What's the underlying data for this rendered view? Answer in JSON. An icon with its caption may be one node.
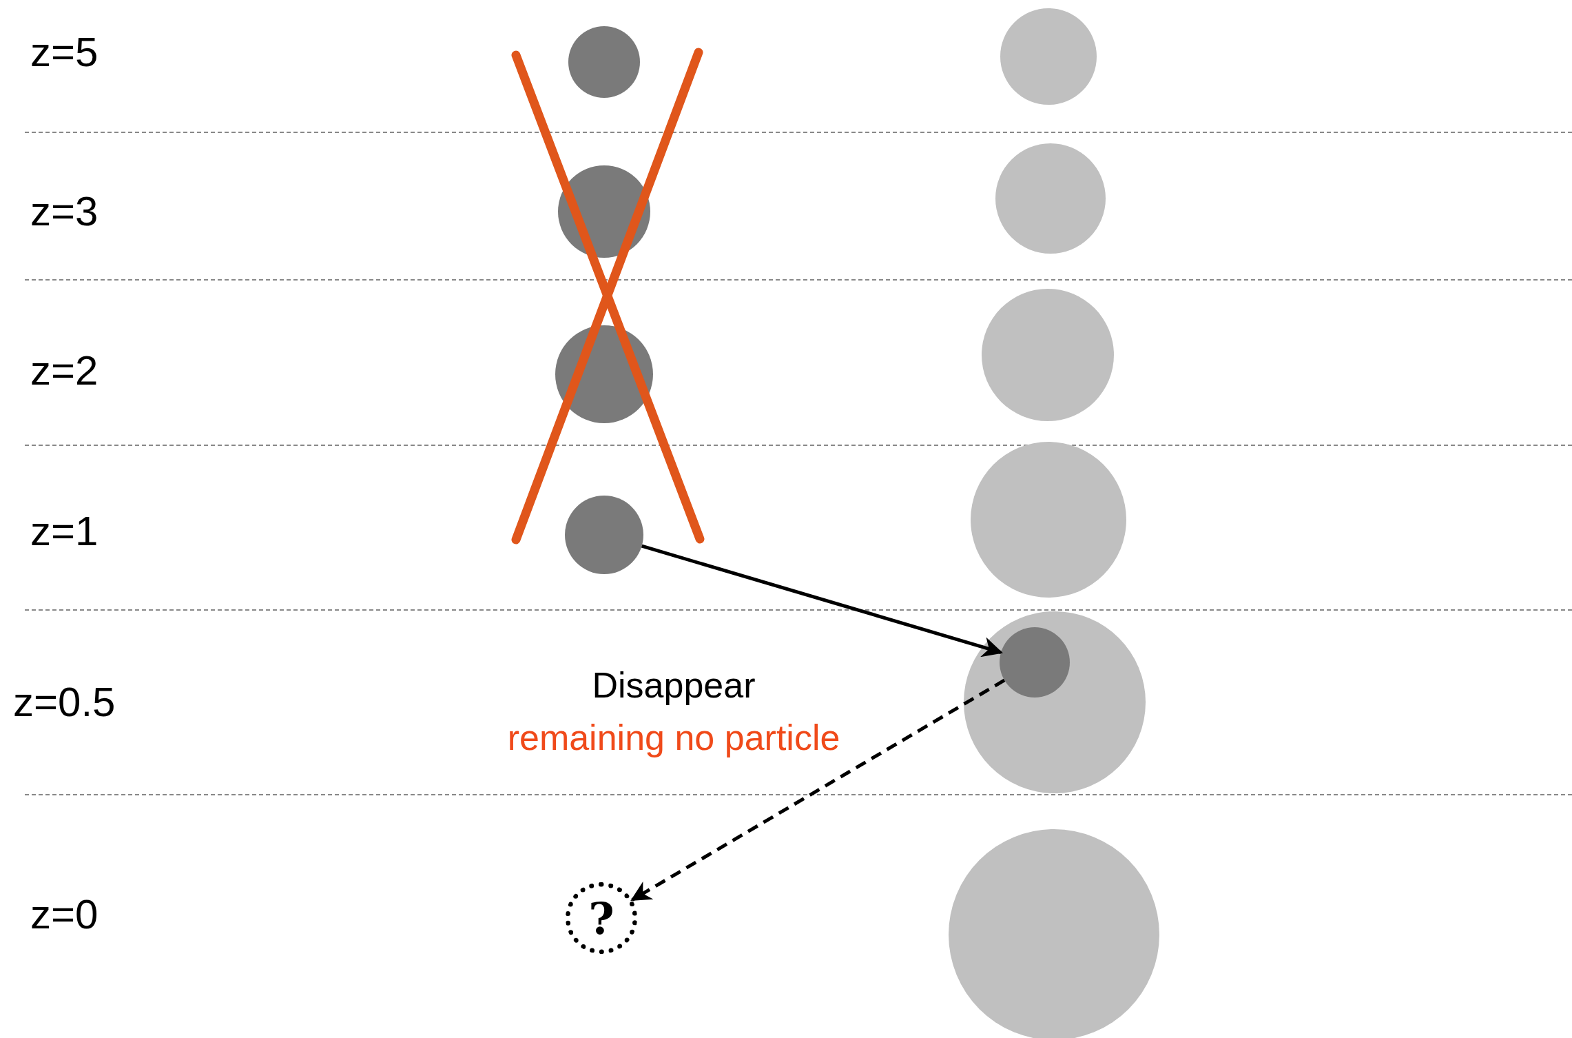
{
  "diagram": {
    "nodes": [
      {
        "text": [],
        "shape": "circle"
      },
      {
        "text": [],
        "shape": "circle"
      },
      {
        "text": [],
        "shape": "circle"
      },
      {
        "text": [],
        "shape": "circle"
      },
      {
        "text": [],
        "shape": "circle"
      },
      {
        "text": [],
        "shape": "circle"
      },
      {
        "text": [],
        "shape": "circle"
      },
      {
        "text": [],
        "shape": "circle"
      },
      {
        "text": [],
        "shape": "circle"
      },
      {
        "text": [],
        "shape": "circle"
      },
      {
        "text": [],
        "shape": "circle",
        "in": 8
      },
      {
        "text": [
          "?"
        ]
      }
    ],
    "edges": [
      {
        "from": 3,
        "to": 10,
        "arrow": "to"
      },
      {
        "from": 10,
        "to": 11,
        "arrow": "to",
        "style": "dashed"
      }
    ],
    "labels": [
      "z=5",
      "z=3",
      "z=2",
      "z=1",
      "z=0.5",
      "z=0",
      "Disappear",
      "remaining no particle"
    ]
  }
}
